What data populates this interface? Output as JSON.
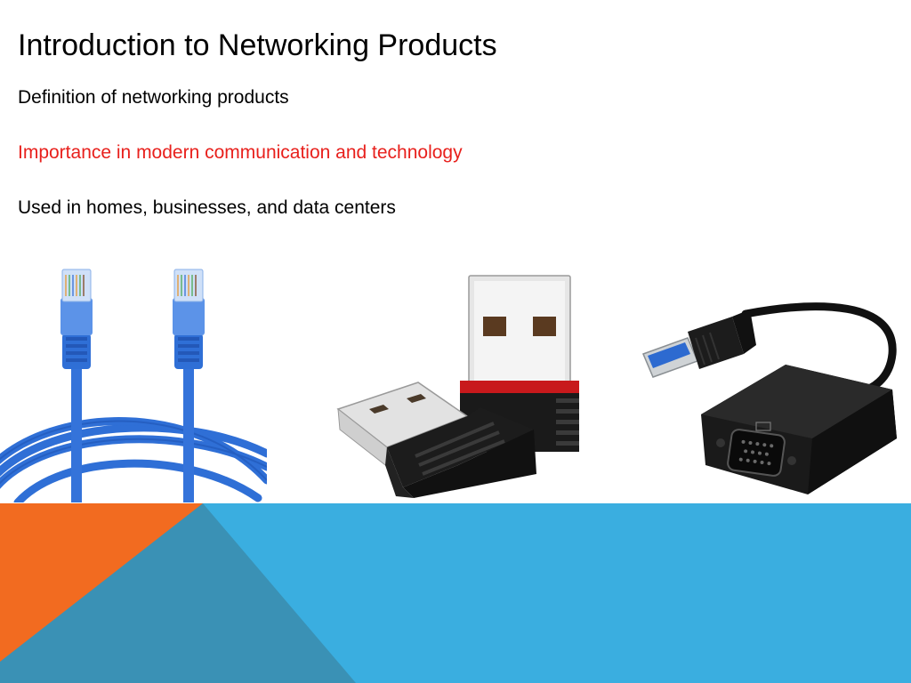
{
  "slide": {
    "title": "Introduction to Networking Products",
    "bullets": [
      {
        "text": "Definition of networking products",
        "color": "#000000"
      },
      {
        "text": "Importance in modern communication and technology",
        "color": "#e8201c"
      },
      {
        "text": "Used in homes, businesses, and data centers",
        "color": "#000000"
      }
    ]
  },
  "images": [
    {
      "name": "ethernet-cable-image",
      "depicts": "blue ethernet cable"
    },
    {
      "name": "usb-wifi-adapter-image",
      "depicts": "usb wifi adapters"
    },
    {
      "name": "usb-to-vga-adapter-image",
      "depicts": "usb to vga adapter"
    }
  ],
  "colors": {
    "band_blue": "#3aaee0",
    "band_teal": "#3a91b5",
    "band_orange": "#f26b20",
    "cable_blue": "#2f6fd6"
  }
}
